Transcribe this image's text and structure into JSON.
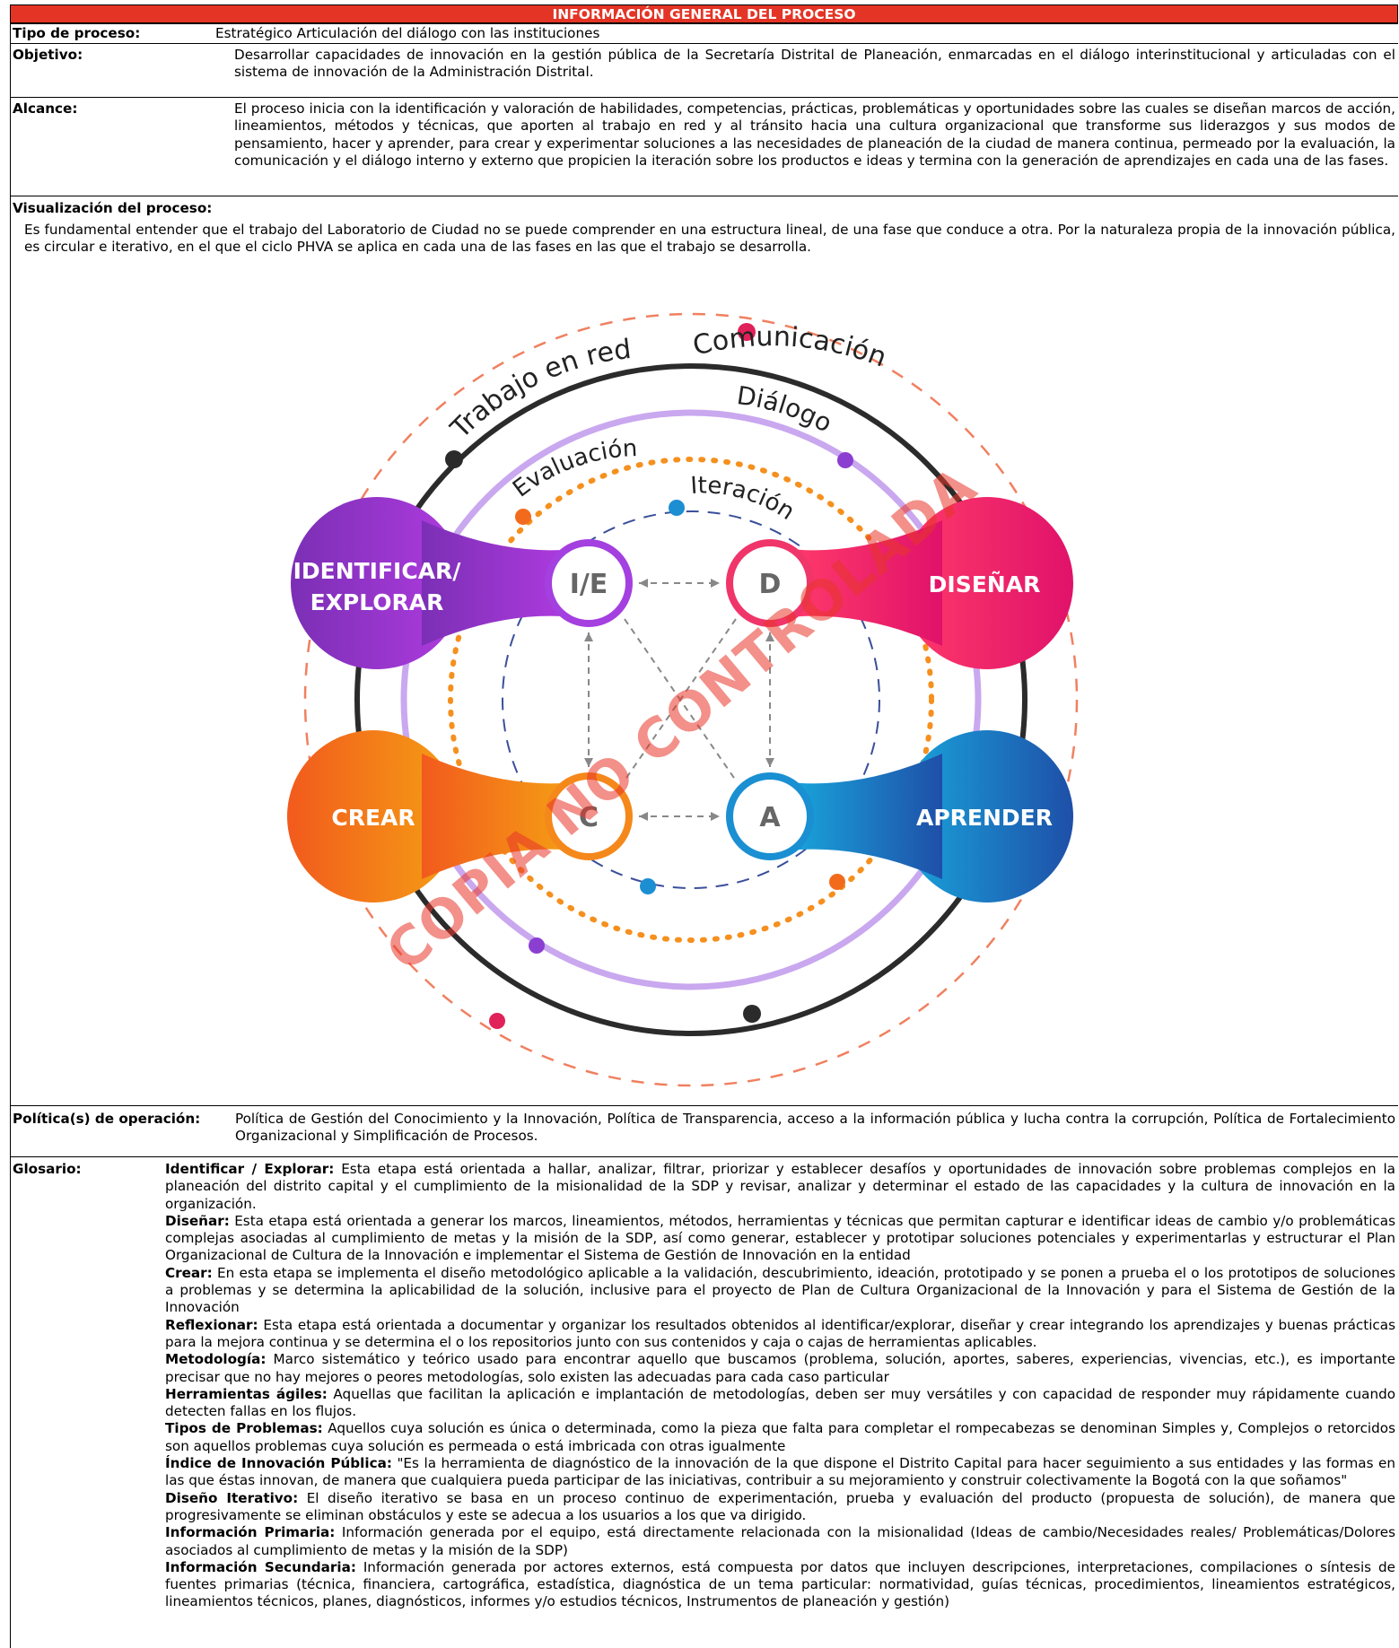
{
  "header": {
    "title": "INFORMACIÓN GENERAL DEL PROCESO"
  },
  "tipo": {
    "label": "Tipo de proceso:",
    "value": "Estratégico Articulación del diálogo con las instituciones"
  },
  "objetivo": {
    "label": "Objetivo:",
    "value": "Desarrollar capacidades de innovación en la gestión pública de la Secretaría Distrital de Planeación, enmarcadas en el diálogo interinstitucional y articuladas con el sistema de innovación de la Administración Distrital."
  },
  "alcance": {
    "label": "Alcance:",
    "value": "El proceso inicia con la identificación y valoración de habilidades, competencias, prácticas, problemáticas y oportunidades sobre las cuales se diseñan marcos de acción, lineamientos, métodos y técnicas, que aporten al trabajo en red y al tránsito hacia una cultura organizacional que transforme sus liderazgos y sus modos de pensamiento, hacer y aprender, para crear y experimentar soluciones a las necesidades de planeación de la ciudad de manera continua, permeado por la evaluación, la comunicación y el diálogo interno y externo que propicien la iteración sobre los productos e ideas y termina con la generación de aprendizajes en cada una de las fases."
  },
  "visualizacion": {
    "label": "Visualización del proceso:",
    "text": "Es fundamental entender que el trabajo del Laboratorio de Ciudad no se puede comprender en una estructura lineal, de una fase que conduce a otra. Por la naturaleza propia de la innovación pública, es circular e iterativo, en el que el ciclo PHVA se aplica en cada una de las fases en las que el trabajo se desarrolla."
  },
  "diagram": {
    "rings": {
      "comunicacion": "Comunicación",
      "trabajo": "Trabajo en red",
      "dialogo": "Diálogo",
      "evaluacion": "Evaluación",
      "iteracion": "Iteración"
    },
    "phases": {
      "identificar_1": "IDENTIFICAR/",
      "identificar_2": "EXPLORAR",
      "disenar": "DISEÑAR",
      "crear": "CREAR",
      "aprender": "APRENDER"
    },
    "nodes": {
      "ie": "I/E",
      "d": "D",
      "c": "C",
      "a": "A"
    },
    "colors": {
      "purple": "#8a2be2",
      "pink": "#e0126a",
      "orange": "#f26b1d",
      "blue": "#1a5fb0",
      "cyan": "#0ea0d8"
    },
    "watermark": "COPIA NO CONTROLADA"
  },
  "politica": {
    "label": "Política(s) de operación:",
    "value": "Política de Gestión del Conocimiento y la Innovación, Política de Transparencia, acceso a la información pública y lucha contra la corrupción, Política de Fortalecimiento Organizacional y Simplificación de Procesos."
  },
  "glosario": {
    "label": "Glosario:",
    "items": [
      {
        "term": "Identificar / Explorar:",
        "def": " Esta etapa está orientada a hallar, analizar, filtrar, priorizar y establecer desafíos y oportunidades de innovación sobre problemas complejos en la planeación del distrito capital y el cumplimiento de la misionalidad de la SDP y revisar, analizar y determinar el estado de las capacidades y la cultura de innovación en la organización."
      },
      {
        "term": "Diseñar:",
        "def": " Esta etapa está orientada a generar los marcos, lineamientos, métodos, herramientas y técnicas que permitan capturar e identificar ideas de cambio y/o problemáticas complejas asociadas al cumplimiento de metas y la misión de la SDP, así como generar, establecer y prototipar soluciones potenciales y experimentarlas y estructurar el Plan Organizacional de Cultura de la Innovación e implementar el Sistema de Gestión de Innovación en la entidad"
      },
      {
        "term": "Crear:",
        "def": " En esta etapa se implementa el diseño metodológico aplicable a la validación, descubrimiento, ideación, prototipado y se ponen a prueba el o los prototipos de soluciones a problemas y se determina la aplicabilidad de la solución, inclusive para el proyecto de Plan de Cultura Organizacional de la Innovación y para el Sistema de Gestión de la Innovación"
      },
      {
        "term": "Reflexionar:",
        "def": " Esta etapa está orientada a documentar y organizar los resultados obtenidos al identificar/explorar, diseñar y crear integrando los aprendizajes y buenas prácticas para la mejora continua y se determina el o los repositorios junto con sus contenidos y caja o cajas de herramientas aplicables."
      },
      {
        "term": "Metodología:",
        "def": " Marco sistemático y teórico usado para encontrar aquello que buscamos (problema, solución, aportes, saberes, experiencias, vivencias, etc.), es importante precisar que no hay mejores o peores metodologías, solo existen las adecuadas para cada caso particular"
      },
      {
        "term": "Herramientas ágiles:",
        "def": " Aquellas que facilitan la aplicación e implantación de metodologías, deben ser muy versátiles y con capacidad de responder muy rápidamente cuando detecten fallas en los flujos."
      },
      {
        "term": "Tipos de Problemas:",
        "def": " Aquellos cuya solución es única o determinada, como la pieza que falta para completar el rompecabezas se denominan Simples y, Complejos o retorcidos son aquellos problemas cuya solución es permeada o está imbricada con otras igualmente"
      },
      {
        "term": "Índice de Innovación Pública:",
        "def": " \"Es la herramienta de diagnóstico de la innovación de la que dispone el Distrito Capital para hacer seguimiento a sus entidades y las formas en las que éstas innovan, de manera que cualquiera pueda participar de las iniciativas, contribuir a su mejoramiento y construir colectivamente la Bogotá con la que soñamos\""
      },
      {
        "term": "Diseño Iterativo:",
        "def": " El diseño iterativo se basa en un proceso continuo de experimentación, prueba y evaluación del producto (propuesta de solución), de manera que progresivamente se eliminan obstáculos y este se adecua a los usuarios a los que va dirigido."
      },
      {
        "term": "Información Primaria:",
        "def": " Información generada por el equipo, está directamente relacionada con la misionalidad (Ideas de cambio/Necesidades reales/ Problemáticas/Dolores asociados al cumplimiento de metas y la misión de la SDP)"
      },
      {
        "term": "Información Secundaria:",
        "def": " Información generada por actores externos, está compuesta por datos que incluyen descripciones, interpretaciones, compilaciones o síntesis de fuentes primarias (técnica, financiera, cartográfica, estadística, diagnóstica de un tema particular: normatividad, guías técnicas, procedimientos, lineamientos estratégicos, lineamientos técnicos, planes, diagnósticos, informes y/o estudios técnicos, Instrumentos de planeación y gestión)"
      }
    ]
  }
}
